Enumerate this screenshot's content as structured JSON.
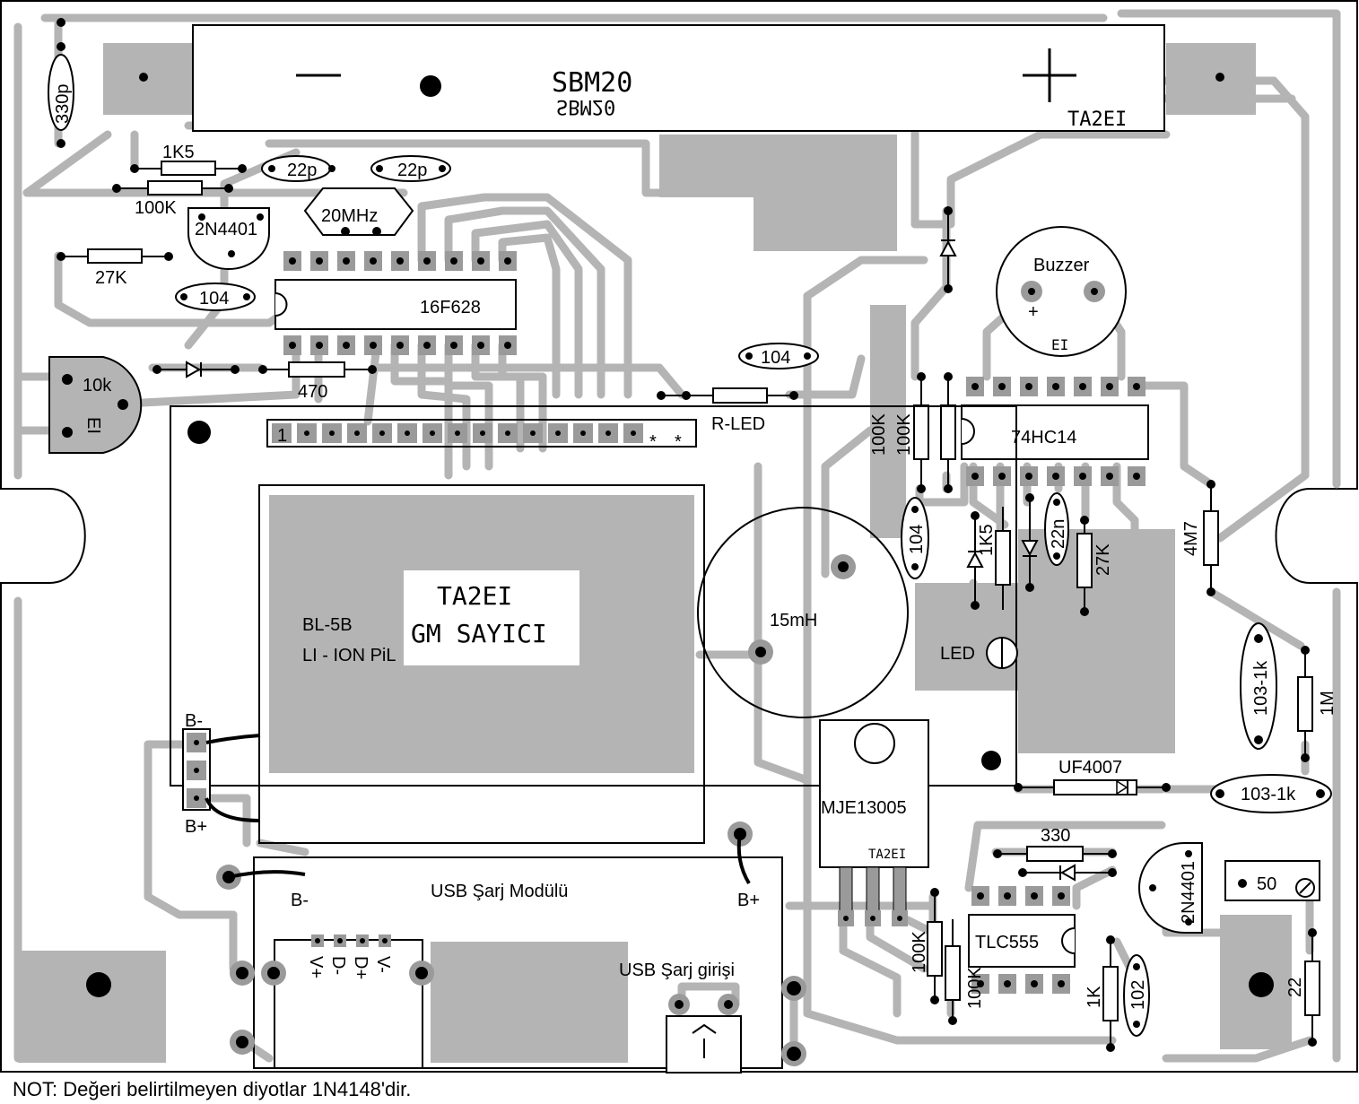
{
  "board": {
    "tube": "SBM20",
    "tube_mirror": "SBM20",
    "minus": "−",
    "plus": "+",
    "author": "TA2EI",
    "author_small": "TA2EI",
    "ei_mark": "EI",
    "watermark_line1": "TA2EI",
    "watermark_line2": "GM SAYICI"
  },
  "components": {
    "c330p": "330p",
    "r1k5_top": "1K5",
    "r100k_top": "100K",
    "c22p_a": "22p",
    "c22p_b": "22p",
    "xtal": "20MHz",
    "q_2n4401_a": "2N4401",
    "r27k_left": "27K",
    "c104_a": "104",
    "mcu": "16F628",
    "pot10k": "10k",
    "r470": "470",
    "c104_b": "104",
    "r_led": "R-LED",
    "buzzer": "Buzzer",
    "buzzer_plus": "+",
    "r100k_v1": "100K",
    "r100k_v2": "100K",
    "ic74hc14": "74HC14",
    "c104_v": "104",
    "r1k5_v": "1K5",
    "c22n": "22n",
    "r27k_v": "27K",
    "r4m7": "4M7",
    "inductor": "15mH",
    "led": "LED",
    "c103_1k_v": "103-1k",
    "r1m": "1M",
    "diode_uf": "UF4007",
    "c103_1k_h": "103-1k",
    "battery_l1": "BL-5B",
    "battery_l2": "LI - ION PiL",
    "bat_minus": "B-",
    "bat_plus": "B+",
    "transistor": "MJE13005",
    "r330": "330",
    "q_2n4401_b": "2N4401",
    "trim50": "50",
    "timer": "TLC555",
    "r100k_b1": "100K",
    "r100k_b2": "100K",
    "r1k": "1K",
    "c102": "102",
    "r22": "22",
    "usb_module": "USB Şarj Modülü",
    "usb_minus": "B-",
    "usb_plus": "B+",
    "usb_input": "USB Şarj girişi",
    "usb_pins": [
      "V+",
      "D-",
      "D+",
      "V-"
    ],
    "header_pin1": "1",
    "header_star1": "*",
    "header_star2": "*"
  },
  "note": "NOT: Değeri belirtilmeyen diyotlar 1N4148'dir."
}
